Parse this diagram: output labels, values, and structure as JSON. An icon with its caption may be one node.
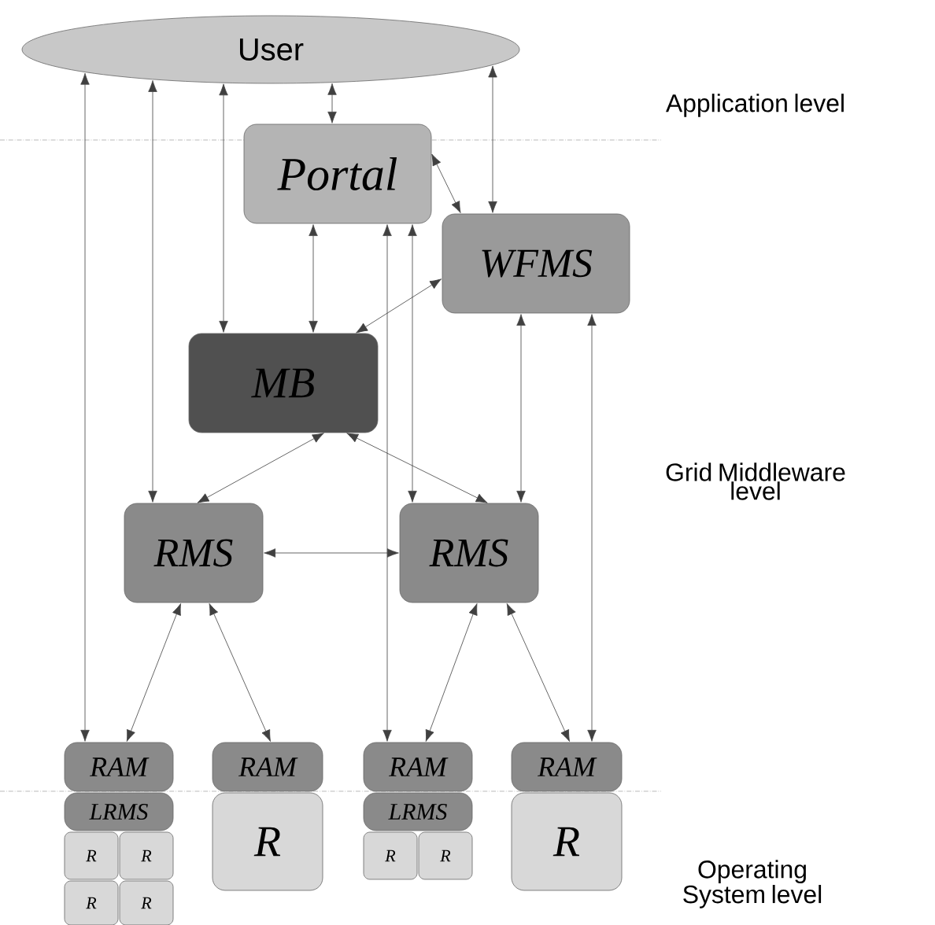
{
  "diagram": {
    "nodes": [
      {
        "text": [
          "User"
        ]
      },
      {
        "text": [
          "Portal"
        ]
      },
      {
        "text": [
          "WFMS"
        ]
      },
      {
        "text": [
          "MB"
        ]
      },
      {
        "text": [
          "RMS"
        ]
      },
      {
        "text": [
          "RMS"
        ]
      },
      {
        "text": [
          "RAM"
        ]
      },
      {
        "text": [
          "LRMS"
        ]
      },
      {
        "text": [
          "R"
        ]
      },
      {
        "text": [
          "R"
        ]
      },
      {
        "text": [
          "R"
        ]
      },
      {
        "text": [
          "R"
        ]
      },
      {
        "text": [
          "RAM"
        ]
      },
      {
        "text": [
          "R"
        ]
      },
      {
        "text": [
          "RAM"
        ]
      },
      {
        "text": [
          "LRMS"
        ]
      },
      {
        "text": [
          "R"
        ]
      },
      {
        "text": [
          "R"
        ]
      },
      {
        "text": [
          "RAM"
        ]
      },
      {
        "text": [
          "R"
        ]
      }
    ],
    "edges": [
      {
        "from": 0,
        "to": 1,
        "arrow": "both"
      },
      {
        "from": 0,
        "to": 6,
        "arrow": "both"
      },
      {
        "from": 0,
        "to": 4,
        "arrow": "both"
      },
      {
        "from": 0,
        "to": 3,
        "arrow": "both"
      },
      {
        "from": 0,
        "to": 2,
        "arrow": "both"
      },
      {
        "from": 1,
        "to": 2,
        "arrow": "both"
      },
      {
        "from": 1,
        "to": 3,
        "arrow": "both"
      },
      {
        "from": 1,
        "to": 14,
        "arrow": "both"
      },
      {
        "from": 1,
        "to": 5,
        "arrow": "both"
      },
      {
        "from": 2,
        "to": 3,
        "arrow": "both"
      },
      {
        "from": 2,
        "to": 5,
        "arrow": "both"
      },
      {
        "from": 2,
        "to": 18,
        "arrow": "both"
      },
      {
        "from": 3,
        "to": 4,
        "arrow": "both"
      },
      {
        "from": 3,
        "to": 5,
        "arrow": "both"
      },
      {
        "from": 4,
        "to": 5,
        "arrow": "both"
      },
      {
        "from": 4,
        "to": 6,
        "arrow": "both"
      },
      {
        "from": 4,
        "to": 12,
        "arrow": "both"
      },
      {
        "from": 5,
        "to": 14,
        "arrow": "both"
      },
      {
        "from": 5,
        "to": 18,
        "arrow": "both"
      }
    ],
    "labels": [
      "Application level",
      "Grid Middleware level",
      "Operating System level"
    ]
  }
}
